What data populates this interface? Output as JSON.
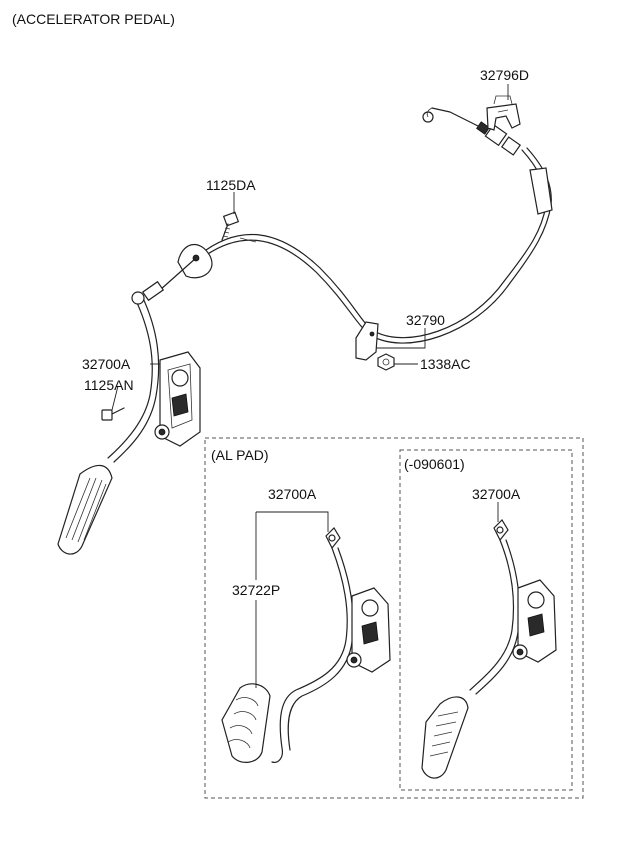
{
  "title": "(ACCELERATOR PEDAL)",
  "labels": {
    "clip": "32796D",
    "bolt_top": "1125DA",
    "cable": "32790",
    "nut": "1338AC",
    "pedal_main": "32700A",
    "bolt_side": "1125AN",
    "pedal_al": "32700A",
    "pad": "32722P",
    "pedal_old": "32700A"
  },
  "groups": {
    "al_pad": "(AL PAD)",
    "old": "(-090601)"
  }
}
